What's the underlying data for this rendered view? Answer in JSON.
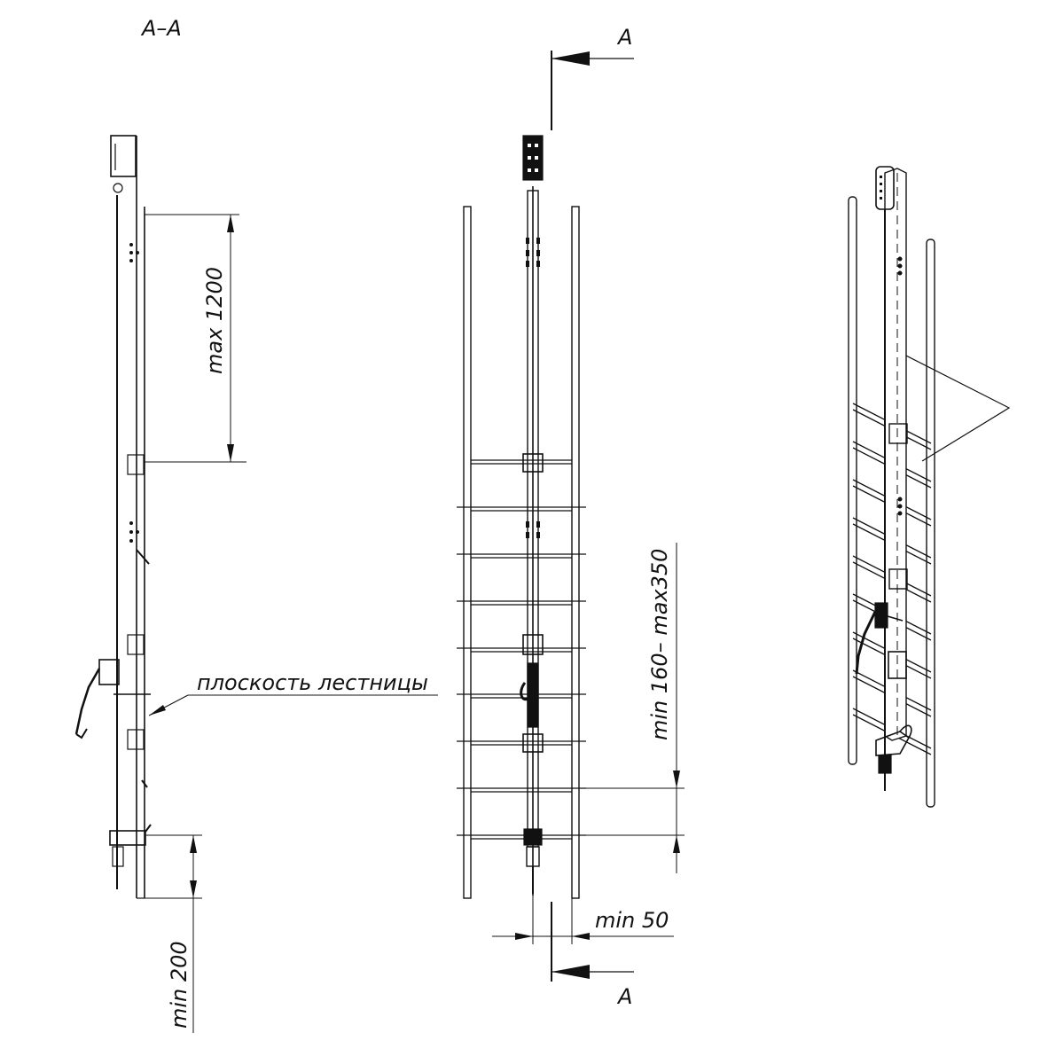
{
  "labels": {
    "section": "A–A",
    "cut_top": "A",
    "cut_bottom": "A",
    "dim_max": "max 1200",
    "dim_min200": "min 200",
    "dim_step": "min 160– max350",
    "dim_min50": "min 50",
    "ladder_plane": "плоскость лестницы"
  },
  "colors": {
    "line": "#111111",
    "background": "#ffffff"
  }
}
